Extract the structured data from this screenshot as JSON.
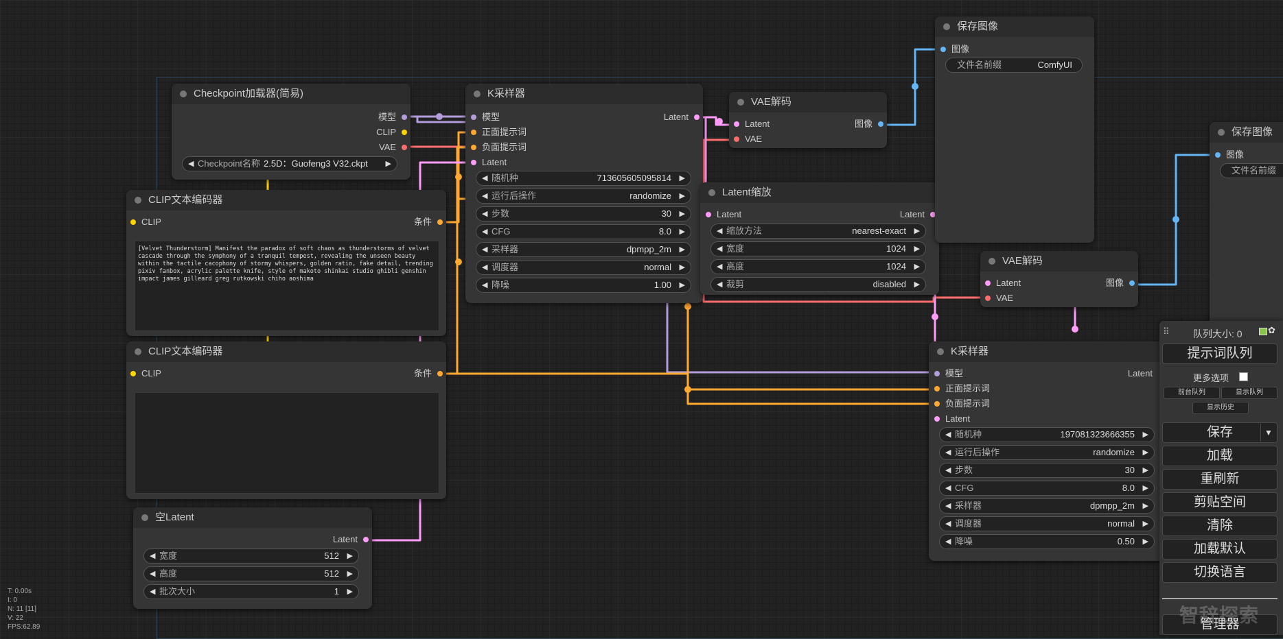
{
  "colors": {
    "model": "#b39ddb",
    "clip": "#ffd500",
    "vae": "#ff6e6e",
    "latent": "#ff9cf9",
    "conditioning": "#ffa931",
    "image": "#64b5f6"
  },
  "nodes": {
    "checkpoint": {
      "title": "Checkpoint加载器(简易)",
      "outputs": [
        "模型",
        "CLIP",
        "VAE"
      ],
      "widget": {
        "label": "Checkpoint名称",
        "value": "2.5D：Guofeng3 V32.ckpt"
      }
    },
    "clip1": {
      "title": "CLIP文本编码器",
      "input": "CLIP",
      "output": "条件",
      "text": "[Velvet Thunderstorm] Manifest the paradox of soft chaos as thunderstorms of velvet cascade through the symphony of a tranquil tempest, revealing the unseen beauty within the tactile cacophony of stormy whispers, golden ratio, fake detail, trending pixiv fanbox, acrylic palette knife, style of makoto shinkai studio ghibli genshin impact james gilleard greg rutkowski chiho aoshima"
    },
    "clip2": {
      "title": "CLIP文本编码器",
      "input": "CLIP",
      "output": "条件",
      "text": ""
    },
    "empty_latent": {
      "title": "空Latent",
      "output": "Latent",
      "widgets": [
        {
          "label": "宽度",
          "value": "512"
        },
        {
          "label": "高度",
          "value": "512"
        },
        {
          "label": "批次大小",
          "value": "1"
        }
      ]
    },
    "ksampler1": {
      "title": "K采样器",
      "inputs": [
        "模型",
        "正面提示词",
        "负面提示词",
        "Latent"
      ],
      "output": "Latent",
      "widgets": [
        {
          "label": "随机种",
          "value": "713605605095814"
        },
        {
          "label": "运行后操作",
          "value": "randomize"
        },
        {
          "label": "步数",
          "value": "30"
        },
        {
          "label": "CFG",
          "value": "8.0"
        },
        {
          "label": "采样器",
          "value": "dpmpp_2m"
        },
        {
          "label": "调度器",
          "value": "normal"
        },
        {
          "label": "降噪",
          "value": "1.00"
        }
      ]
    },
    "vae_decode1": {
      "title": "VAE解码",
      "inputs": [
        "Latent",
        "VAE"
      ],
      "output": "图像"
    },
    "latent_upscale": {
      "title": "Latent缩放",
      "input": "Latent",
      "output": "Latent",
      "widgets": [
        {
          "label": "缩放方法",
          "value": "nearest-exact"
        },
        {
          "label": "宽度",
          "value": "1024"
        },
        {
          "label": "高度",
          "value": "1024"
        },
        {
          "label": "裁剪",
          "value": "disabled"
        }
      ]
    },
    "save1": {
      "title": "保存图像",
      "input": "图像",
      "widget": {
        "label": "文件名前缀",
        "value": "ComfyUI"
      }
    },
    "save2": {
      "title": "保存图像",
      "input": "图像",
      "widget": {
        "label": "文件名前缀"
      }
    },
    "vae_decode2": {
      "title": "VAE解码",
      "inputs": [
        "Latent",
        "VAE"
      ],
      "output": "图像"
    },
    "ksampler2": {
      "title": "K采样器",
      "inputs": [
        "模型",
        "正面提示词",
        "负面提示词",
        "Latent"
      ],
      "output": "Latent",
      "widgets": [
        {
          "label": "随机种",
          "value": "197081323666355"
        },
        {
          "label": "运行后操作",
          "value": "randomize"
        },
        {
          "label": "步数",
          "value": "30"
        },
        {
          "label": "CFG",
          "value": "8.0"
        },
        {
          "label": "采样器",
          "value": "dpmpp_2m"
        },
        {
          "label": "调度器",
          "value": "normal"
        },
        {
          "label": "降噪",
          "value": "0.50"
        }
      ]
    }
  },
  "panel": {
    "queue_size": "队列大小: 0",
    "queue_prompt": "提示词队列",
    "more_options": "更多选项",
    "front_queue": "前台队列",
    "show_queue": "显示队列",
    "show_history": "显示历史",
    "save": "保存",
    "load": "加载",
    "refresh": "重刷新",
    "clipspace": "剪贴空间",
    "clear": "清除",
    "load_default": "加载默认",
    "switch_language": "切换语言",
    "manager": "管理器"
  },
  "stats": {
    "t": "T: 0.00s",
    "i": "I: 0",
    "n": "N: 11 [11]",
    "v": "V: 22",
    "fps": "FPS:62.89"
  },
  "watermark": "智辞探索"
}
